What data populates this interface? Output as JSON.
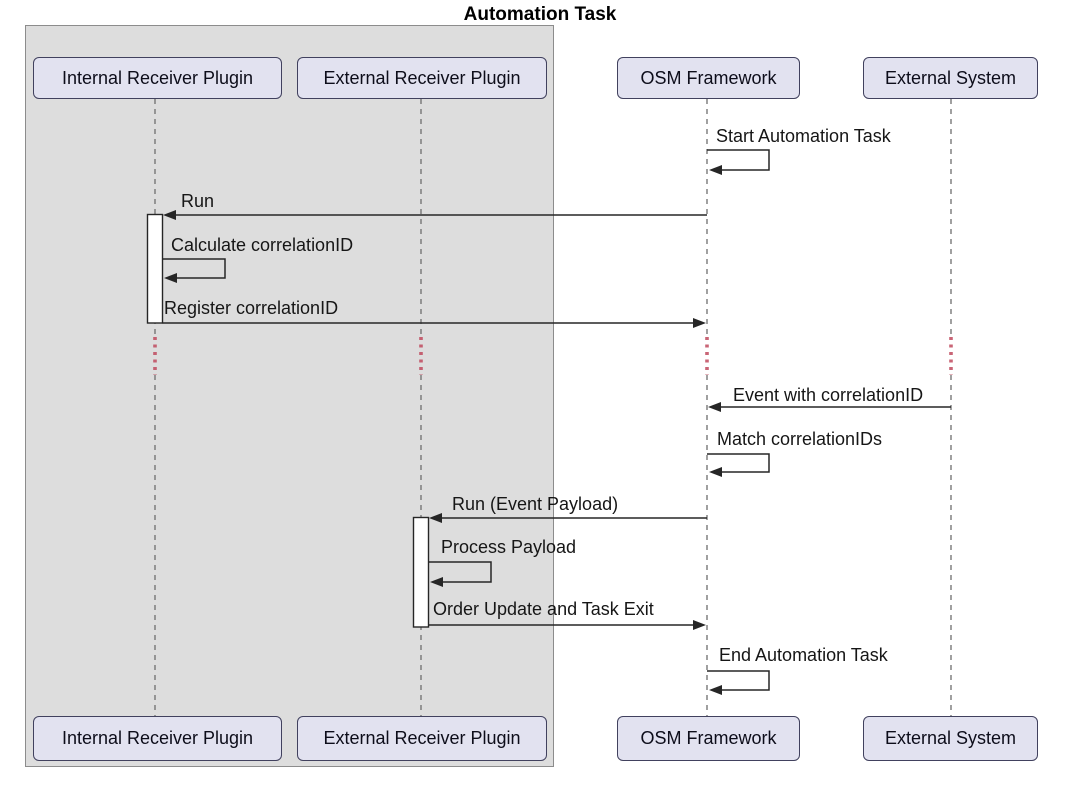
{
  "diagram": {
    "frame_title": "Automation Task",
    "participants": [
      {
        "id": "internal-receiver-plugin",
        "label": "Internal Receiver Plugin"
      },
      {
        "id": "external-receiver-plugin",
        "label": "External Receiver Plugin"
      },
      {
        "id": "osm-framework",
        "label": "OSM Framework"
      },
      {
        "id": "external-system",
        "label": "External System"
      }
    ],
    "messages": [
      {
        "label": "Start Automation Task",
        "from": "osm-framework",
        "to": "osm-framework",
        "type": "self"
      },
      {
        "label": "Run",
        "from": "osm-framework",
        "to": "internal-receiver-plugin",
        "type": "arrow"
      },
      {
        "label": "Calculate correlationID",
        "from": "internal-receiver-plugin",
        "to": "internal-receiver-plugin",
        "type": "self"
      },
      {
        "label": "Register correlationID",
        "from": "internal-receiver-plugin",
        "to": "osm-framework",
        "type": "arrow"
      },
      {
        "label": "Event with correlationID",
        "from": "external-system",
        "to": "osm-framework",
        "type": "arrow"
      },
      {
        "label": "Match correlationIDs",
        "from": "osm-framework",
        "to": "osm-framework",
        "type": "self"
      },
      {
        "label": "Run (Event Payload)",
        "from": "osm-framework",
        "to": "external-receiver-plugin",
        "type": "arrow"
      },
      {
        "label": "Process Payload",
        "from": "external-receiver-plugin",
        "to": "external-receiver-plugin",
        "type": "self"
      },
      {
        "label": "Order Update and Task Exit",
        "from": "external-receiver-plugin",
        "to": "osm-framework",
        "type": "arrow"
      },
      {
        "label": "End Automation Task",
        "from": "osm-framework",
        "to": "osm-framework",
        "type": "self"
      }
    ],
    "separators": [
      {
        "type": "delay",
        "style": "red-dotted-lifeline-segment"
      }
    ],
    "colors": {
      "frame_fill": "#dddddd",
      "frame_border": "#8c8c8c",
      "participant_fill": "#e2e2f0",
      "participant_border": "#41415e",
      "line": "#262626",
      "lifeline": "#6e6e6e",
      "delay_dot": "#bf4a5e",
      "activation_fill": "#ffffff"
    }
  }
}
